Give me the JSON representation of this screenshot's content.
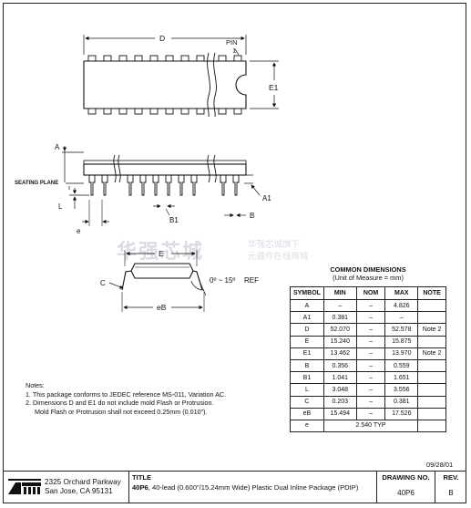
{
  "drawing": {
    "top_view": {
      "dim_length": "D",
      "pin_label": "PIN",
      "pin_number": "1",
      "dim_width": "E1"
    },
    "side_view": {
      "ref_a": "A",
      "seating_plane": "SEATING PLANE",
      "ref_l": "L",
      "ref_a1": "A1",
      "ref_b1": "B1",
      "ref_b": "B",
      "ref_e": "e"
    },
    "end_view": {
      "ref_e": "E",
      "ref_c": "C",
      "ref_eb": "eB",
      "angle": "0º ~ 15º",
      "angle_ref": "REF"
    }
  },
  "watermark": {
    "main": "华强芯城",
    "line1": "华强芯城旗下",
    "line2": "元器件在线商城"
  },
  "notes": {
    "title": "Notes:",
    "items": [
      "1. This package conforms to JEDEC reference MS-011, Variation AC.",
      "2. Dimensions D and E1 do not include mold Flash or Protrusion.",
      "    Mold Flash or Protrusion shall not exceed 0.25mm (0.010\")."
    ]
  },
  "common_dimensions": {
    "title": "COMMON DIMENSIONS",
    "subtitle": "(Unit of Measure = mm)",
    "headers": [
      "SYMBOL",
      "MIN",
      "NOM",
      "MAX",
      "NOTE"
    ],
    "rows": [
      [
        "A",
        "–",
        "–",
        "4.826",
        ""
      ],
      [
        "A1",
        "0.381",
        "–",
        "–",
        ""
      ],
      [
        "D",
        "52.070",
        "–",
        "52.578",
        "Note 2"
      ],
      [
        "E",
        "15.240",
        "–",
        "15.875",
        ""
      ],
      [
        "E1",
        "13.462",
        "–",
        "13.970",
        "Note 2"
      ],
      [
        "B",
        "0.356",
        "–",
        "0.559",
        ""
      ],
      [
        "B1",
        "1.041",
        "–",
        "1.651",
        ""
      ],
      [
        "L",
        "3.048",
        "–",
        "3.556",
        ""
      ],
      [
        "C",
        "0.203",
        "–",
        "0.381",
        ""
      ],
      [
        "eB",
        "15.494",
        "–",
        "17.526",
        ""
      ]
    ],
    "last_row": {
      "symbol": "e",
      "value": "2.540 TYP"
    }
  },
  "date": "09/28/01",
  "title_block": {
    "address_line1": "2325 Orchard Parkway",
    "address_line2": "San Jose, CA  95131",
    "title_label": "TITLE",
    "title_bold": "40P6",
    "title_text": ", 40-lead (0.600\"/15.24mm Wide) Plastic Dual Inline Package (PDIP)",
    "drawing_no_label": "DRAWING NO.",
    "drawing_no": "40P6",
    "rev_label": "REV.",
    "rev": "B"
  }
}
